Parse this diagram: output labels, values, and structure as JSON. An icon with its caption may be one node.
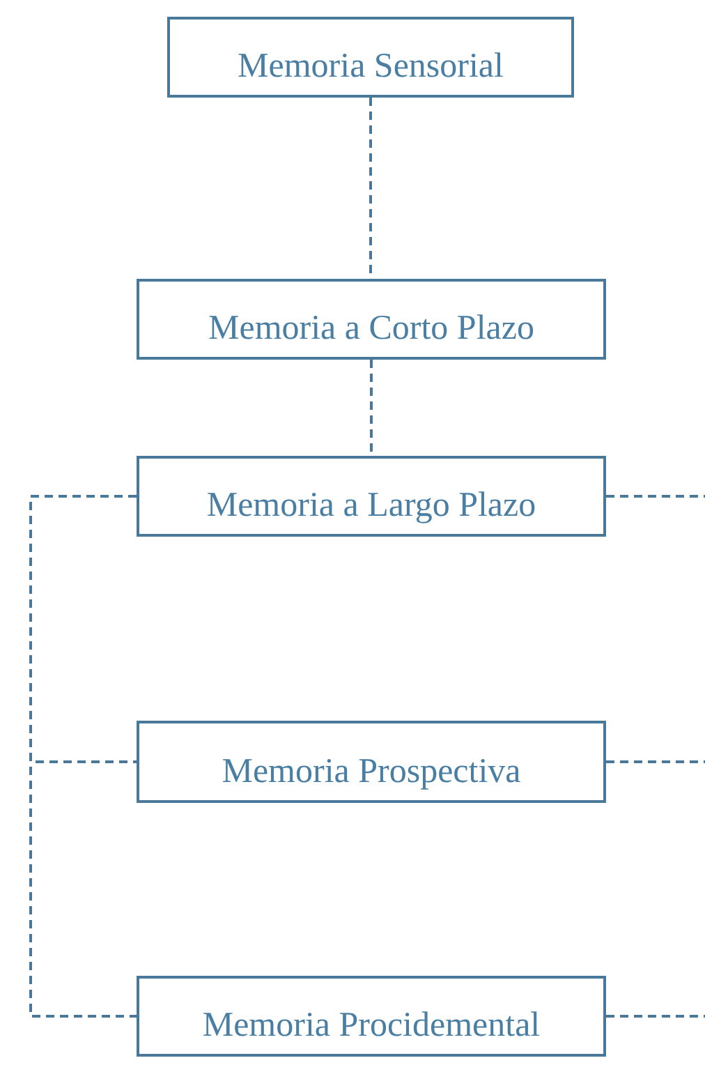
{
  "diagram": {
    "nodes": [
      {
        "text": [
          "Memoria Sensorial"
        ]
      },
      {
        "text": [
          "Memoria a Corto Plazo"
        ]
      },
      {
        "text": [
          "Memoria a Largo Plazo"
        ]
      },
      {
        "text": [
          "Memoria Prospectiva"
        ]
      },
      {
        "text": [
          "Memoria Procidemental"
        ]
      }
    ],
    "edges": [
      {
        "from": 0,
        "to": 1,
        "arrow": "none",
        "style": "dashed"
      },
      {
        "from": 1,
        "to": 2,
        "arrow": "none",
        "style": "dashed"
      },
      {
        "from": 2,
        "to": 3,
        "arrow": "none",
        "style": "dashed"
      },
      {
        "from": 2,
        "to": 4,
        "arrow": "none",
        "style": "dashed"
      },
      {
        "from": 2,
        "to": null,
        "arrow": "none",
        "style": "dashed"
      },
      {
        "from": 3,
        "to": null,
        "arrow": "none",
        "style": "dashed"
      },
      {
        "from": 4,
        "to": null,
        "arrow": "none",
        "style": "dashed"
      }
    ]
  }
}
